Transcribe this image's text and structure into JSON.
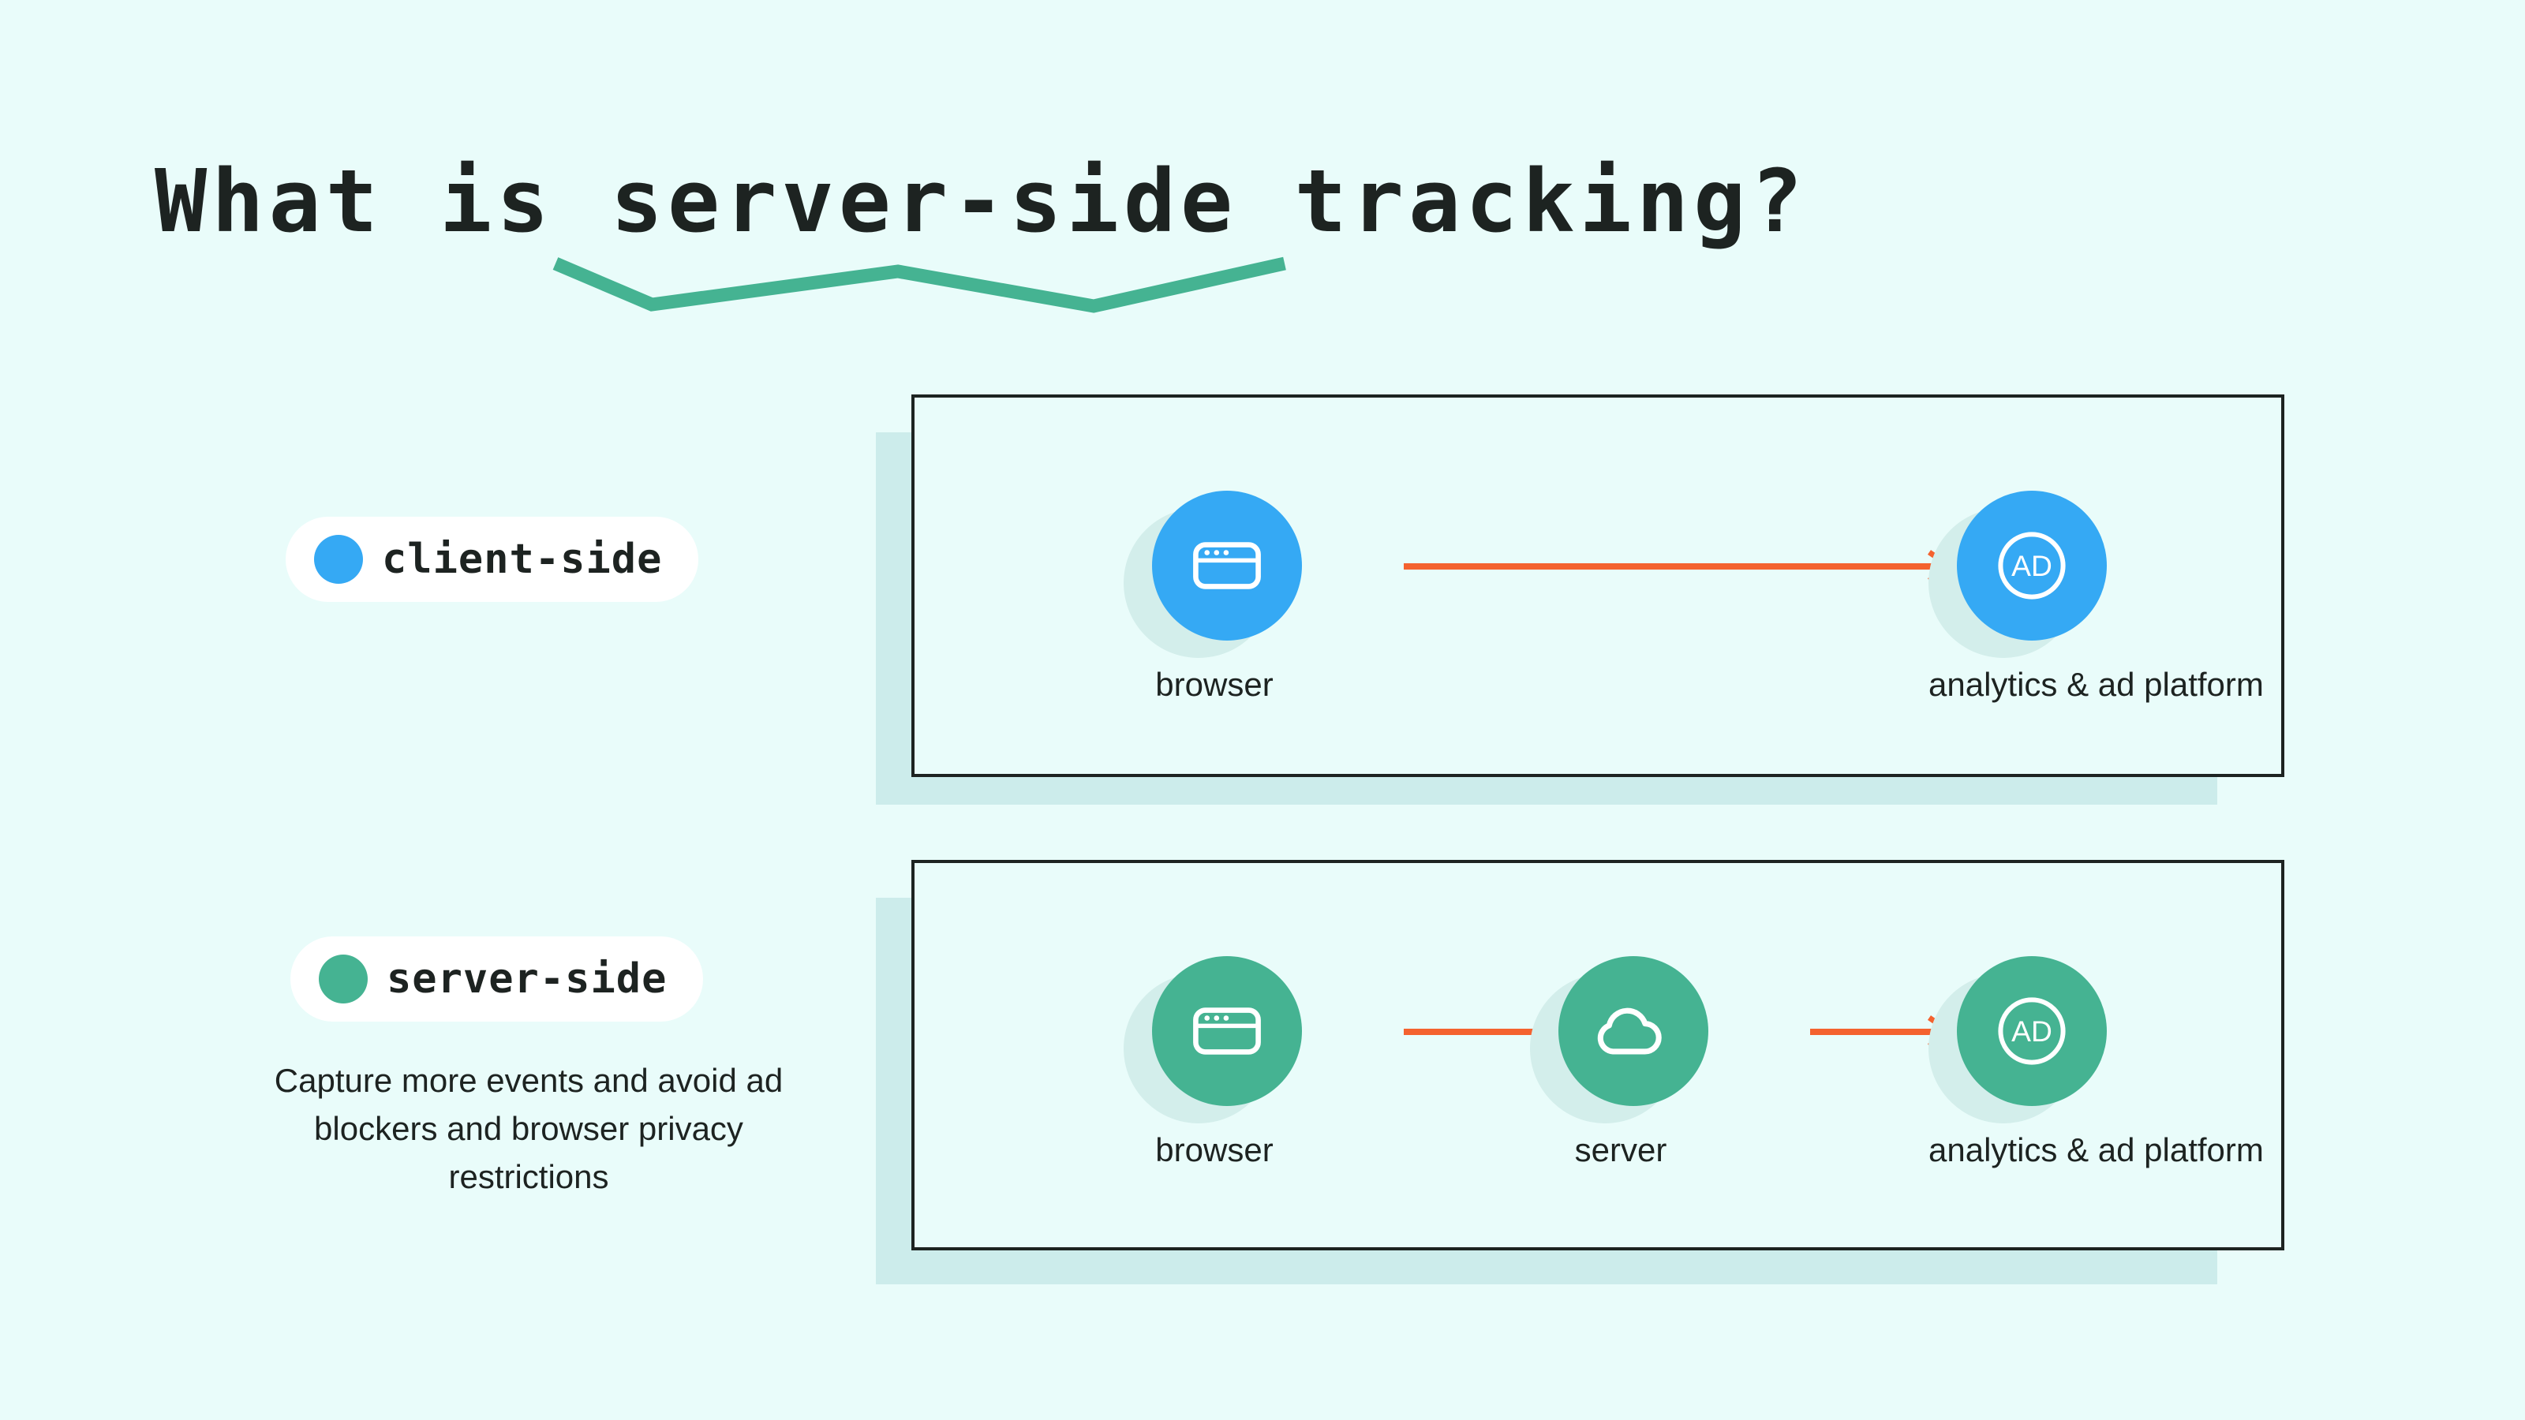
{
  "page": {
    "background_color": "#e9fcfa",
    "title": "What is server-side tracking?",
    "title_underline_color": "#45b392"
  },
  "legend": {
    "client": {
      "label": "client-side",
      "dot_color": "#35a9f4"
    },
    "server": {
      "label": "server-side",
      "dot_color": "#45b392",
      "description": "Capture more events and avoid ad blockers and browser privacy restrictions"
    }
  },
  "colors": {
    "blue": "#35a9f4",
    "green": "#45b392",
    "arrow": "#f4622f",
    "panel_border": "#1d2321",
    "panel_shadow": "#cceceb",
    "node_shadow": "#d3eeeb",
    "pill_background": "#ffffff"
  },
  "diagrams": [
    {
      "id": "client-side-flow",
      "accent": "#35a9f4",
      "nodes": [
        {
          "id": "browser",
          "icon": "browser-window-icon",
          "caption": "browser"
        },
        {
          "id": "ad-platform",
          "icon": "ad-circle-icon",
          "caption": "analytics & ad platform"
        }
      ],
      "connectors": [
        {
          "from": "browser",
          "to": "ad-platform",
          "arrowhead": true
        }
      ]
    },
    {
      "id": "server-side-flow",
      "accent": "#45b392",
      "nodes": [
        {
          "id": "browser",
          "icon": "browser-window-icon",
          "caption": "browser"
        },
        {
          "id": "server",
          "icon": "cloud-icon",
          "caption": "server"
        },
        {
          "id": "ad-platform",
          "icon": "ad-circle-icon",
          "caption": "analytics & ad platform"
        }
      ],
      "connectors": [
        {
          "from": "browser",
          "to": "server",
          "arrowhead": false
        },
        {
          "from": "server",
          "to": "ad-platform",
          "arrowhead": true
        }
      ]
    }
  ],
  "icon_labels": {
    "ad": "AD"
  }
}
